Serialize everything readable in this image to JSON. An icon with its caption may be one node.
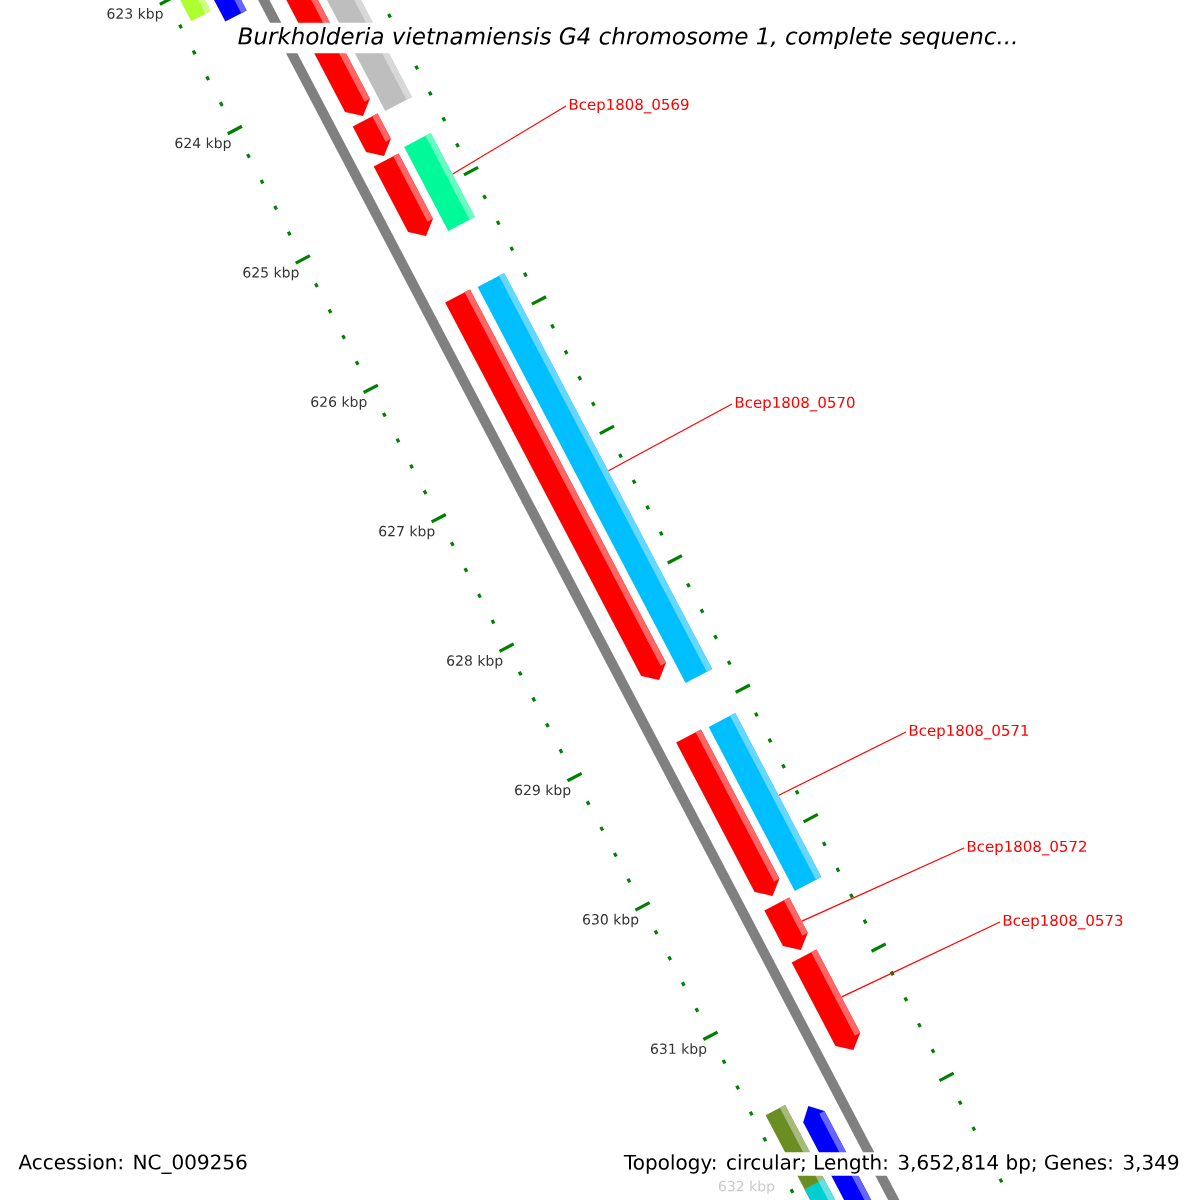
{
  "diagram": {
    "title": "Burkholderia vietnamiensis G4 chromosome 1, complete sequenc...",
    "nodes": [
      {
        "text": [
          "Bcep1808_0569"
        ]
      },
      {
        "text": [
          "Bcep1808_0570"
        ]
      },
      {
        "text": [
          "Bcep1808_0571"
        ]
      },
      {
        "text": [
          "Bcep1808_0572"
        ]
      },
      {
        "text": [
          "Bcep1808_0573"
        ]
      },
      {
        "text": [],
        "shape": "bar"
      },
      {
        "text": [],
        "shape": "bar"
      },
      {
        "text": [],
        "shape": "bar"
      },
      {
        "text": [],
        "shape": "bar"
      },
      {
        "text": [],
        "shape": "bar"
      }
    ],
    "edges": [
      {
        "from": 0,
        "to": 5,
        "arrow": "none"
      },
      {
        "from": 1,
        "to": 6,
        "arrow": "none"
      },
      {
        "from": 2,
        "to": 7,
        "arrow": "none"
      },
      {
        "from": 3,
        "to": 8,
        "arrow": "none"
      },
      {
        "from": 4,
        "to": 9,
        "arrow": "none"
      }
    ],
    "labels": [
      "623 kbp",
      "624 kbp",
      "625 kbp",
      "626 kbp",
      "627 kbp",
      "628 kbp",
      "629 kbp",
      "630 kbp",
      "631 kbp",
      "632 kbp",
      "Accession: NC_009256",
      "Topology: circular; Length: 3,652,814 bp; Genes: 3,349"
    ]
  }
}
